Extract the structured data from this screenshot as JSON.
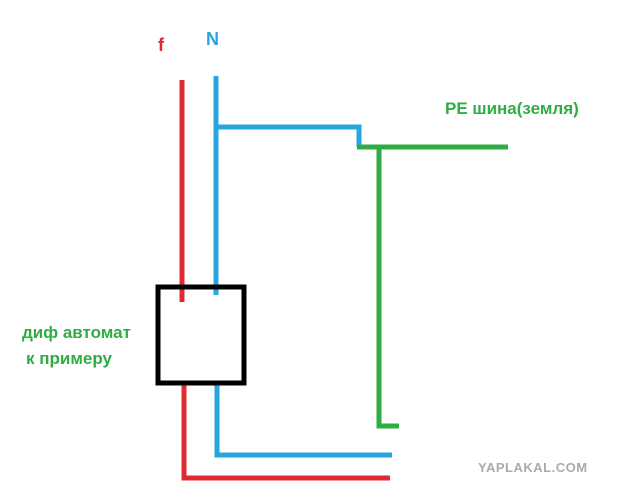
{
  "labels": {
    "phase": "f",
    "neutral": "N",
    "pe_bus": "PE шина(земля)",
    "device_line1": "диф автомат",
    "device_line2": "к примеру"
  },
  "watermark": "YAPLAKAL.COM",
  "colors": {
    "phase": "#e02a31",
    "neutral": "#27a5df",
    "ground": "#2fad45",
    "device": "#000000",
    "watermark": "#a8acb0",
    "background": "#ffffff"
  }
}
